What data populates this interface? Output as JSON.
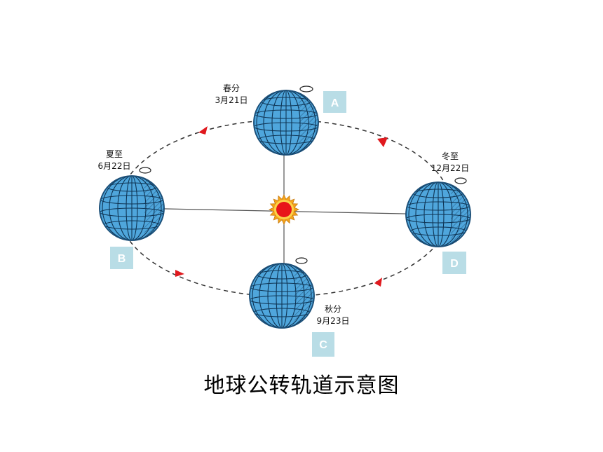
{
  "title": "地球公转轨道示意图",
  "positions": [
    {
      "id": "A",
      "badge": "A",
      "term": "春分",
      "date": "3月21日"
    },
    {
      "id": "B",
      "badge": "B",
      "term": "夏至",
      "date": "6月22日"
    },
    {
      "id": "C",
      "badge": "C",
      "term": "秋分",
      "date": "9月23日"
    },
    {
      "id": "D",
      "badge": "D",
      "term": "冬至",
      "date": "12月22日"
    }
  ],
  "colors": {
    "earth_fill": "#4fa6dc",
    "earth_stroke": "#1b4f78",
    "earth_grid": "#0f3555",
    "sun_core": "#e8161a",
    "sun_rays": "#f4a31b",
    "orbit": "#333333",
    "arrow": "#e0191e",
    "badge": "#b9dde6"
  },
  "icons": [
    "earth-globe-icon",
    "sun-icon",
    "rotation-arrow-icon",
    "orbit-direction-arrow-icon"
  ]
}
